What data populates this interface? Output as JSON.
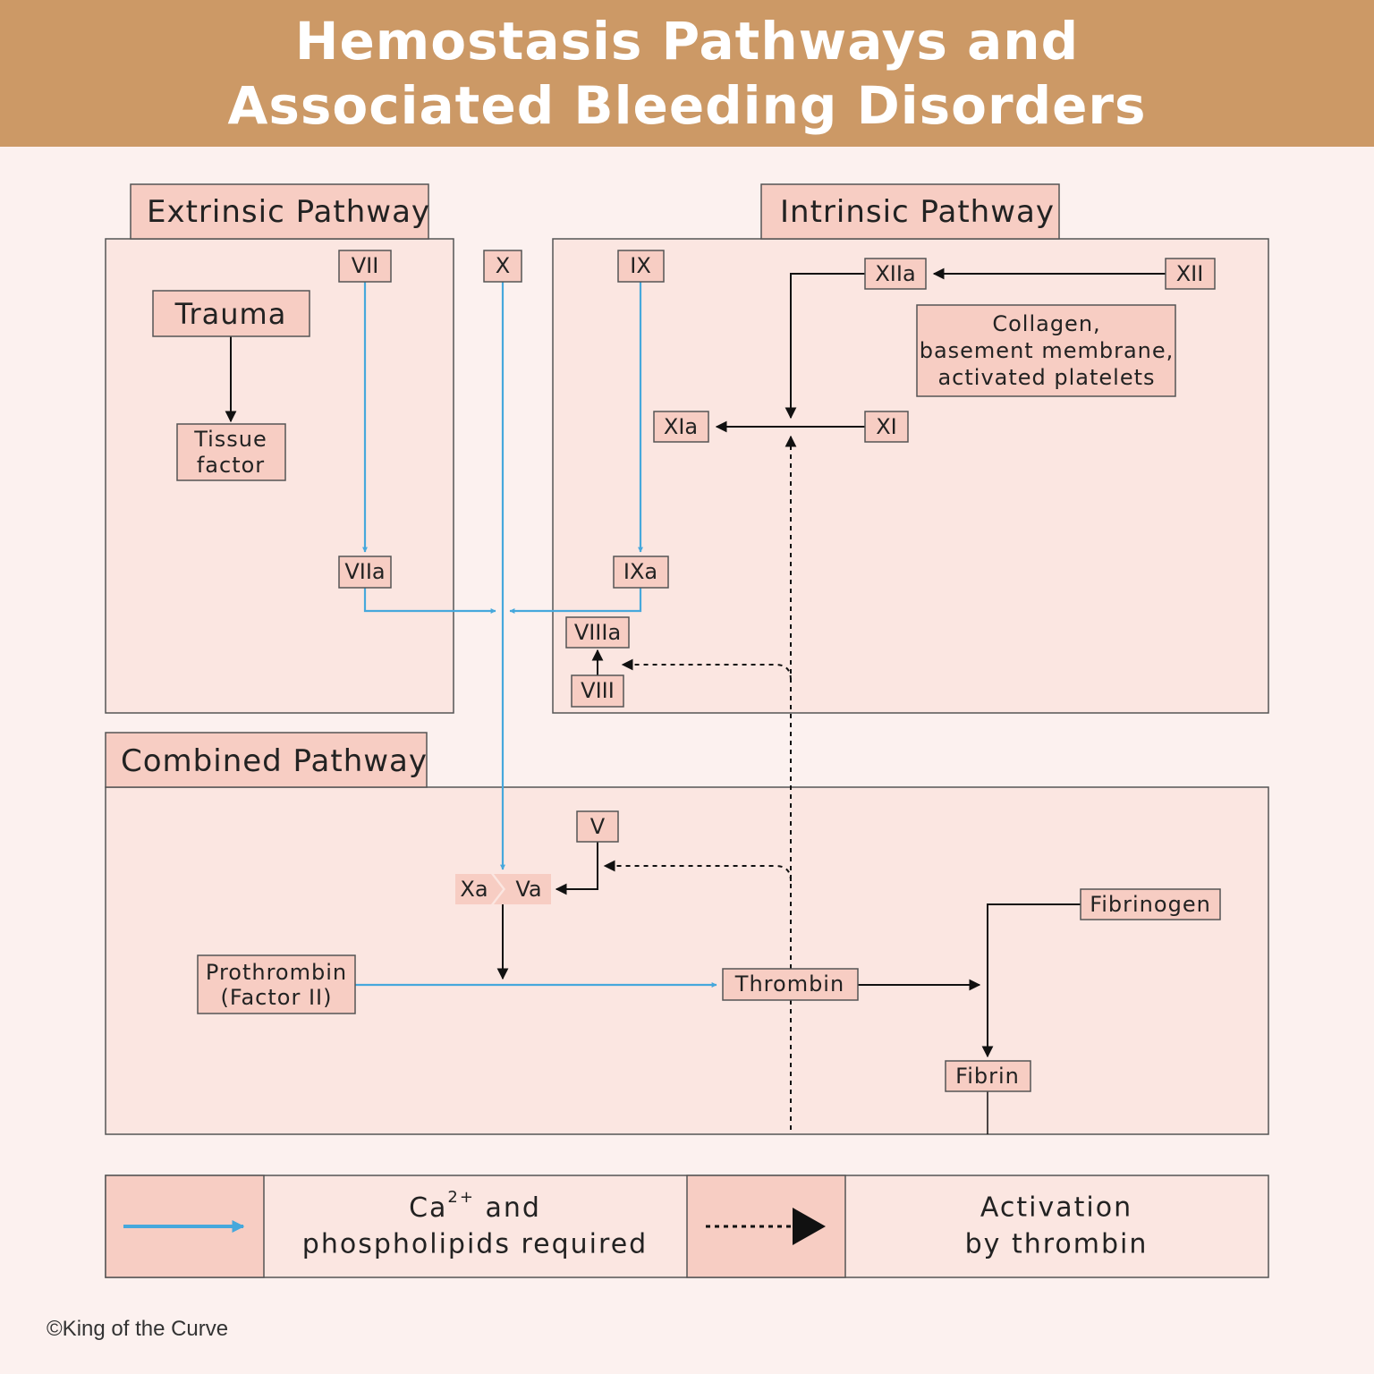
{
  "title": {
    "line1": "Hemostasis Pathways and",
    "line2": "Associated Bleeding Disorders"
  },
  "sections": {
    "extrinsic": "Extrinsic Pathway",
    "intrinsic": "Intrinsic Pathway",
    "combined": "Combined Pathway"
  },
  "nodes": {
    "trauma": "Trauma",
    "tissue_factor_1": "Tissue",
    "tissue_factor_2": "factor",
    "vii": "VII",
    "viia": "VIIa",
    "x": "X",
    "ix": "IX",
    "ixa": "IXa",
    "xiia": "XIIa",
    "xii": "XII",
    "collagen_1": "Collagen,",
    "collagen_2": "basement membrane,",
    "collagen_3": "activated platelets",
    "xia": "XIa",
    "xi": "XI",
    "viiia": "VIIIa",
    "viii": "VIII",
    "v": "V",
    "xa": "Xa",
    "va": "Va",
    "prothrombin_1": "Prothrombin",
    "prothrombin_2": "(Factor II)",
    "thrombin": "Thrombin",
    "fibrinogen": "Fibrinogen",
    "fibrin": "Fibrin"
  },
  "legend": {
    "blue_line1_pre": "Ca",
    "blue_line1_sup": "2+",
    "blue_line1_post": " and",
    "blue_line2": "phospholipids required",
    "dashed_line1": "Activation",
    "dashed_line2": "by thrombin"
  },
  "colors": {
    "header": "#cc9966",
    "box": "#f7cdc3",
    "panel": "#fbe6e1",
    "blue_arrow": "#46a8dc"
  },
  "copyright": "©King of the Curve"
}
